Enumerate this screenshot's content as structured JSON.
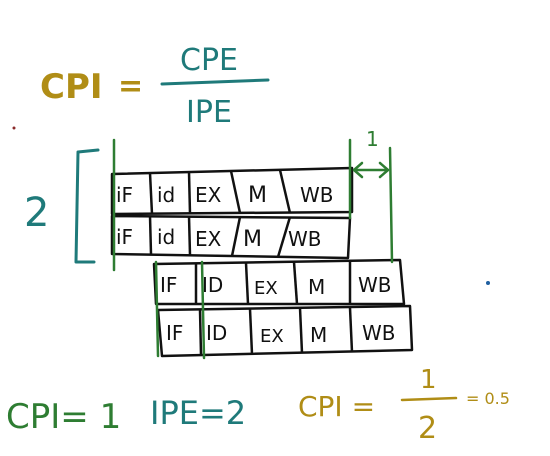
{
  "formula": {
    "lhs": "CPI",
    "equals": "=",
    "numerator": "CPE",
    "denominator": "IPE"
  },
  "width_label": "2",
  "cycle_marker": "1",
  "pipeline": [
    {
      "stages": [
        "iF",
        "id",
        "EX",
        "M",
        "WB"
      ]
    },
    {
      "stages": [
        "iF",
        "id",
        "EX",
        "M",
        "WB"
      ]
    },
    {
      "stages": [
        "IF",
        "ID",
        "EX",
        "M",
        "WB"
      ]
    },
    {
      "stages": [
        "IF",
        "ID",
        "EX",
        "M",
        "WB"
      ]
    }
  ],
  "footer": {
    "cpi": "CPI= 1",
    "ipe": "IPE=2",
    "cpi2_prefix": "CPI =",
    "frac_num": "1",
    "frac_den": "2",
    "result": "= 0.5"
  }
}
